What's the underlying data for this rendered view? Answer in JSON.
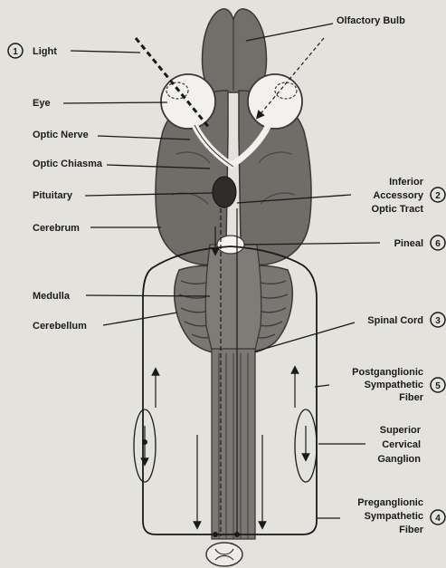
{
  "labels": {
    "light": "Light",
    "light_num": "1",
    "olfactory_bulb": "Olfactory Bulb",
    "eye": "Eye",
    "optic_nerve": "Optic Nerve",
    "optic_chiasma": "Optic Chiasma",
    "pituitary": "Pituitary",
    "cerebrum": "Cerebrum",
    "inferior_line1": "Inferior",
    "inferior_line2": "Accessory",
    "inferior_line3": "Optic Tract",
    "inferior_num": "2",
    "pineal": "Pineal",
    "pineal_num": "6",
    "medulla": "Medulla",
    "cerebellum": "Cerebellum",
    "spinal_cord": "Spinal Cord",
    "spinal_num": "3",
    "postganglionic_line1": "Postganglionic",
    "postganglionic_line2": "Sympathetic",
    "postganglionic_line3": "Fiber",
    "postganglionic_num": "5",
    "superior_line1": "Superior",
    "superior_line2": "Cervical",
    "superior_line3": "Ganglion",
    "preganglionic_line1": "Preganglionic",
    "preganglionic_line2": "Sympathetic",
    "preganglionic_line3": "Fiber",
    "preganglionic_num": "4"
  },
  "colors": {
    "background": "#e4e2dc",
    "tissue_dark": "#6b6864",
    "tissue_mid": "#8c8985",
    "eye_fill": "#f2f1ee",
    "ink": "#1a1a1a"
  }
}
